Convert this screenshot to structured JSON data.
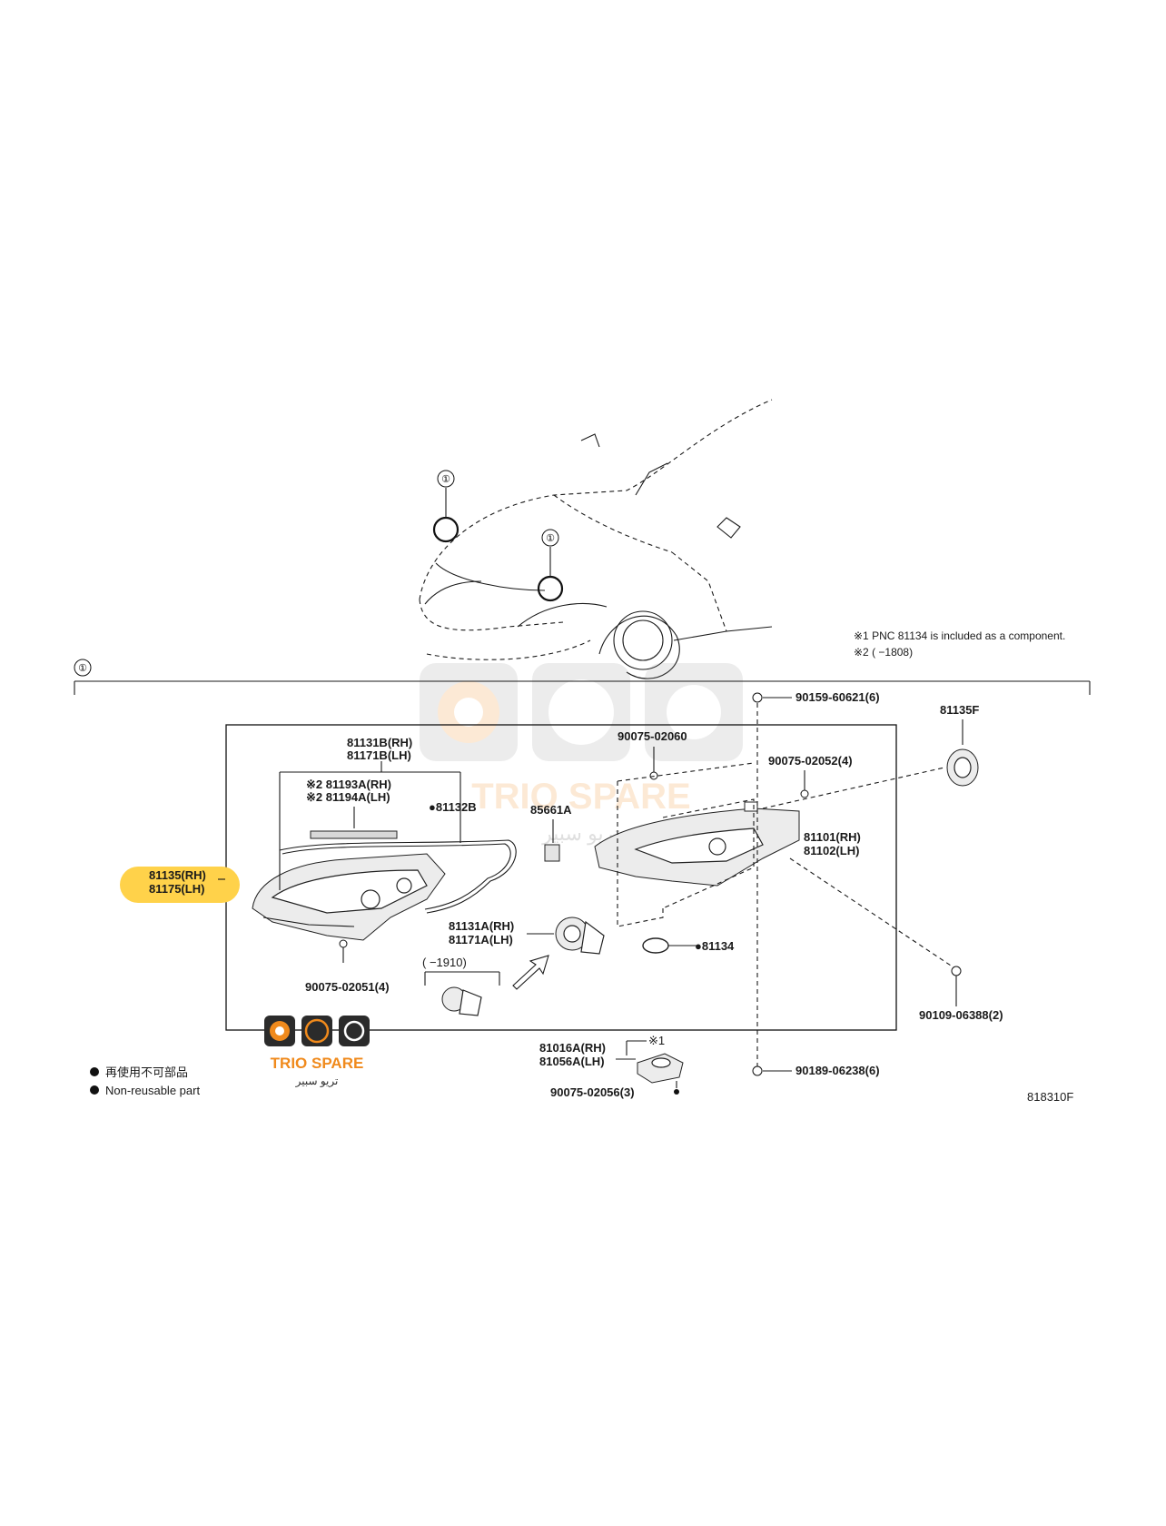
{
  "notes": {
    "note1": "※1 PNC 81134 is included as a component.",
    "note2": "※2 (      −1808)"
  },
  "callout": "①",
  "parts": {
    "p81135": "81135(RH)",
    "p81175": "81175(LH)",
    "p81131B": "81131B(RH)",
    "p81171B": "81171B(LH)",
    "p81193A": "※2 81193A(RH)",
    "p81194A": "※2 81194A(LH)",
    "p81132B": "●81132B",
    "p85661A": "85661A",
    "p90075_02060": "90075-02060",
    "p90159": "90159-60621(6)",
    "p90075_02052": "90075-02052(4)",
    "p81135F": "81135F",
    "p81101": "81101(RH)",
    "p81102": "81102(LH)",
    "p81131A": "81131A(RH)",
    "p81171A": "81171A(LH)",
    "p81134": "●81134",
    "p1910": "(      −1910)",
    "p90075_02051": "90075-02051(4)",
    "p90109": "90109-06388(2)",
    "pmark1": "※1",
    "p81016A": "81016A(RH)",
    "p81056A": "81056A(LH)",
    "p90189": "90189-06238(6)",
    "p90075_02056": "90075-02056(3)"
  },
  "legend": {
    "japanese": "再使用不可部品",
    "english": "Non-reusable part"
  },
  "diagram_code": "818310F",
  "watermark": {
    "brand": "TRIO SPARE",
    "arabic": "تريو سبير"
  },
  "logo": {
    "brand": "TRIO SPARE",
    "arabic": "تريو سبير",
    "colors": {
      "dark": "#2b2b2b",
      "accent": "#f08a1c"
    }
  },
  "highlight_color": "#ffd24a"
}
